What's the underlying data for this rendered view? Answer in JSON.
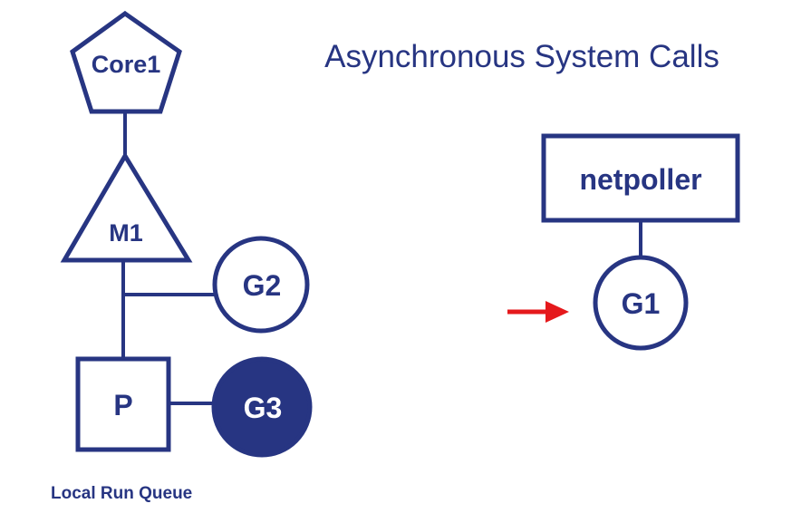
{
  "title": "Asynchronous System Calls",
  "colors": {
    "primary": "#273582",
    "accent": "#e5191c",
    "background": "#ffffff"
  },
  "nodes": {
    "core": "Core1",
    "machine": "M1",
    "processor": "P",
    "goroutine_idle": "G2",
    "goroutine_running": "G3",
    "netpoller": "netpoller",
    "goroutine_waiting": "G1"
  },
  "labels": {
    "local_run_queue": "Local Run Queue"
  },
  "icons": {
    "pointer": "red-arrow-icon"
  }
}
